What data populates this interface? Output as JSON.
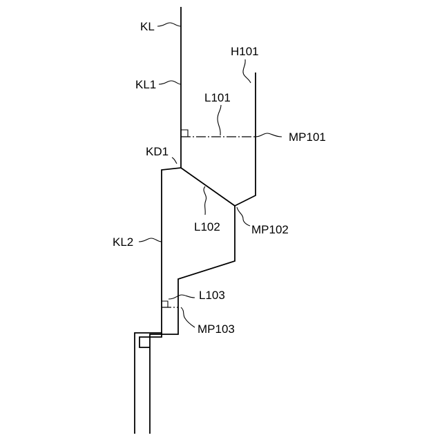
{
  "labels": {
    "kl": "KL",
    "kl1": "KL1",
    "h101": "H101",
    "l101": "L101",
    "mp101": "MP101",
    "kd1": "KD1",
    "l102": "L102",
    "mp102": "MP102",
    "kl2": "KL2",
    "l103": "L103",
    "mp103": "MP103"
  }
}
